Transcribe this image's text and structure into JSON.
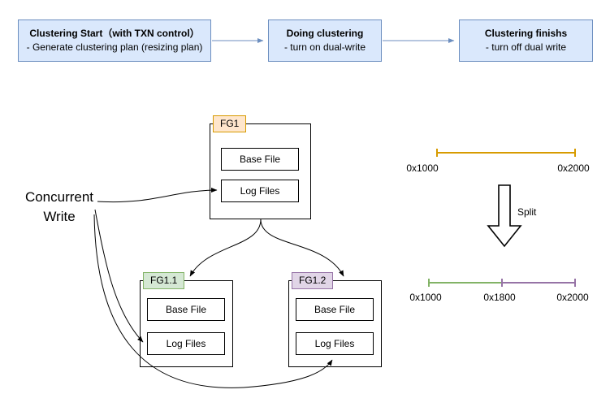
{
  "flowchart": {
    "box_fill": "#dae8fc",
    "box_border": "#6c8ebf",
    "steps": [
      {
        "title": "Clustering Start（with TXN control）",
        "subtitle": "- Generate clustering plan (resizing plan)"
      },
      {
        "title": "Doing clustering",
        "subtitle": "- turn on dual-write"
      },
      {
        "title": "Clustering finishs",
        "subtitle": "- turn off dual write"
      }
    ]
  },
  "diagram": {
    "concurrent_write_label": "Concurrent\nWrite",
    "file_groups": [
      {
        "name": "FG1",
        "label_fill": "#ffe6cc",
        "label_border": "#d79b00",
        "children": [
          "Base File",
          "Log Files"
        ]
      },
      {
        "name": "FG1.1",
        "label_fill": "#d5e8d4",
        "label_border": "#82b366",
        "children": [
          "Base File",
          "Log Files"
        ]
      },
      {
        "name": "FG1.2",
        "label_fill": "#e1d5e7",
        "label_border": "#9673a6",
        "children": [
          "Base File",
          "Log Files"
        ]
      }
    ]
  },
  "ranges": {
    "split_label": "Split",
    "top": {
      "color": "#d79b00",
      "start_label": "0x1000",
      "end_label": "0x2000"
    },
    "bottom": {
      "segment_colors": [
        "#82b366",
        "#9673a6"
      ],
      "labels": [
        "0x1000",
        "0x1800",
        "0x2000"
      ]
    }
  }
}
